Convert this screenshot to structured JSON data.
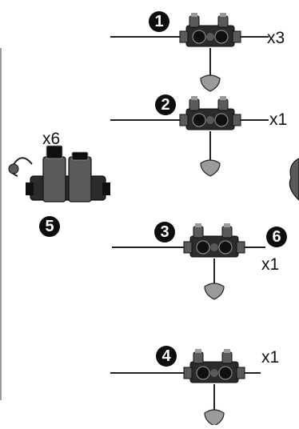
{
  "badges": {
    "b1": "1",
    "b2": "2",
    "b3": "3",
    "b4": "4",
    "b5": "5",
    "b6": "6"
  },
  "quantities": {
    "row1": "x3",
    "row2": "x1",
    "row3": "x1",
    "row4": "x1",
    "valve": "x6"
  },
  "colors": {
    "body": "#2b2b2b",
    "dark": "#0f0f0f",
    "mid": "#5a5a5a",
    "light": "#9b9b9b",
    "line": "#222222"
  }
}
